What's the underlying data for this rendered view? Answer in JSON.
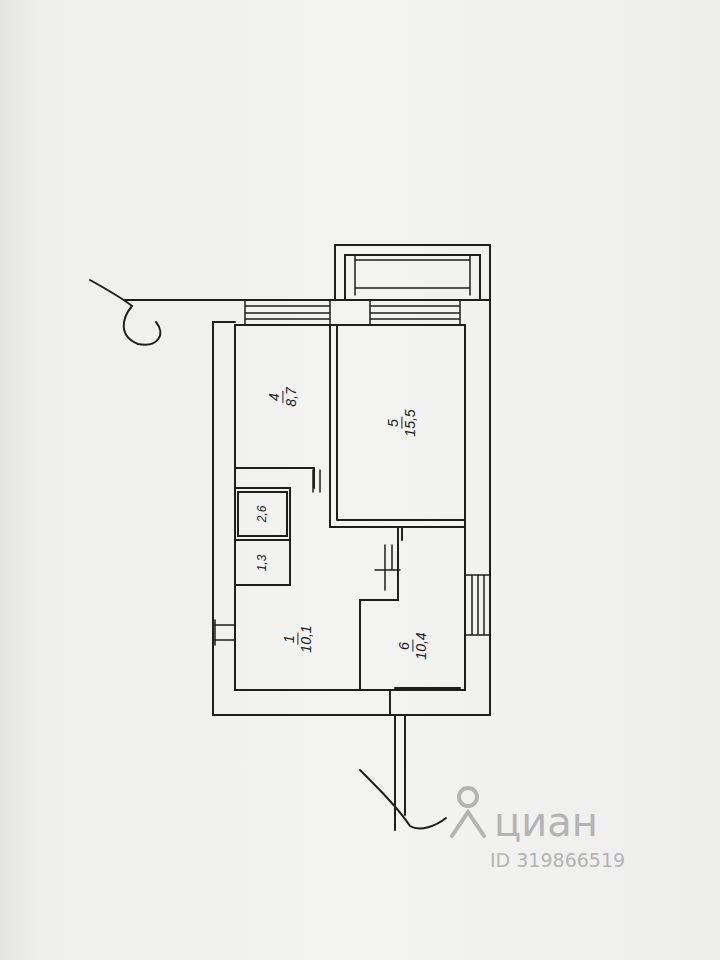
{
  "diagram": {
    "nodes": [
      {
        "text": [
          "4",
          "8,7"
        ]
      },
      {
        "text": [
          "5",
          "15,5"
        ]
      },
      {
        "text": [
          "2,6"
        ]
      },
      {
        "text": [
          "1,3"
        ]
      },
      {
        "text": [
          "1",
          "10,1"
        ]
      },
      {
        "text": [
          "6",
          "10,4"
        ]
      }
    ],
    "labels": [
      "циан",
      "ID 319866519"
    ]
  }
}
